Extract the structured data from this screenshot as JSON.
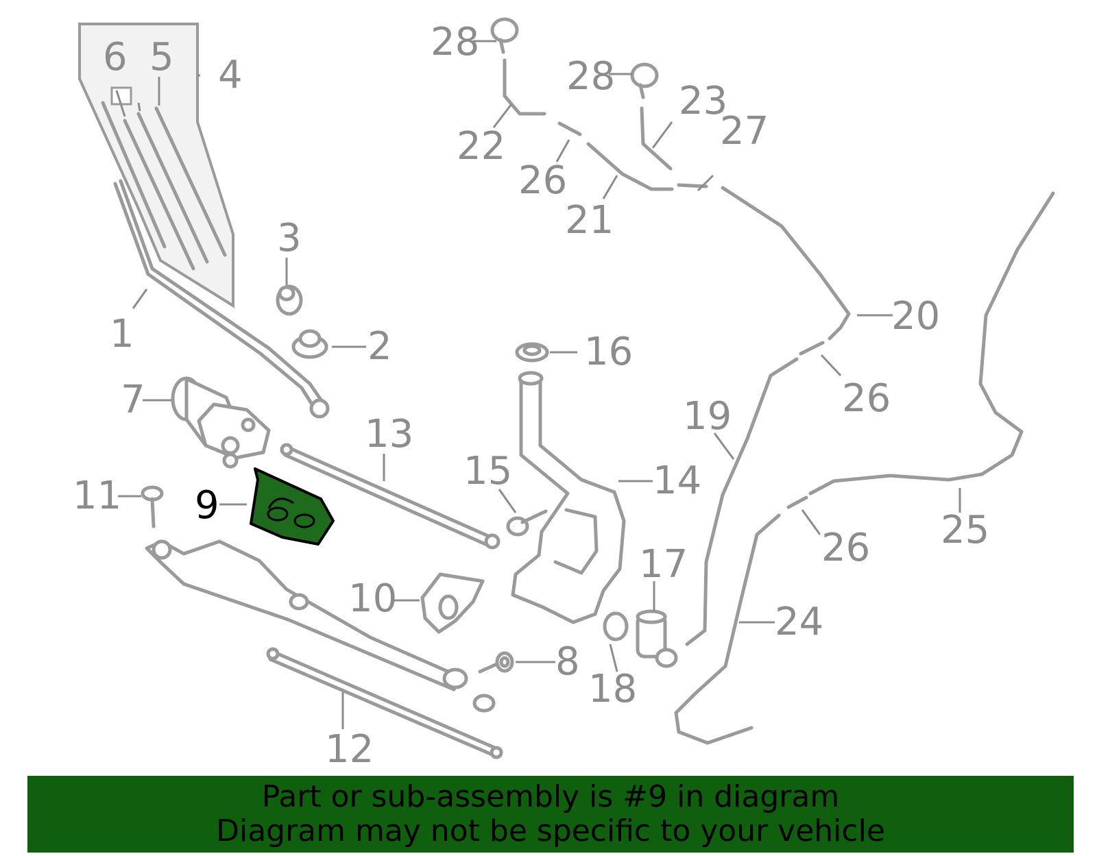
{
  "diagram": {
    "highlight_color": "#1e6b1e",
    "highlighted_part": "9",
    "callouts": {
      "c1": "1",
      "c2": "2",
      "c3": "3",
      "c4": "4",
      "c5": "5",
      "c6": "6",
      "c7": "7",
      "c8": "8",
      "c9": "9",
      "c10": "10",
      "c11": "11",
      "c12": "12",
      "c13": "13",
      "c14": "14",
      "c15": "15",
      "c16": "16",
      "c17": "17",
      "c18": "18",
      "c19": "19",
      "c20": "20",
      "c21": "21",
      "c22": "22",
      "c23": "23",
      "c24": "24",
      "c25": "25",
      "c26a": "26",
      "c26b": "26",
      "c26c": "26",
      "c27": "27",
      "c28a": "28",
      "c28b": "28"
    }
  },
  "banner": {
    "color": "#0f5f0f",
    "line1": "Part or sub-assembly is #9 in diagram",
    "line2": "Diagram may not be specific to your vehicle"
  }
}
